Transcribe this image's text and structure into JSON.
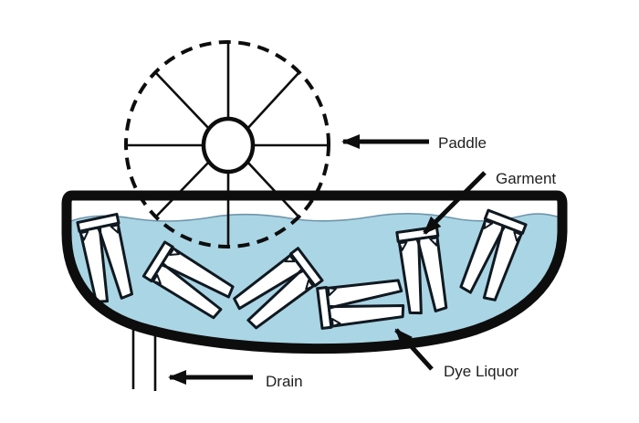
{
  "diagram": {
    "type": "labeled-diagram",
    "subject": "Paddle garment dyeing machine",
    "labels": {
      "paddle": "Paddle",
      "garment": "Garment",
      "dye_liquor": "Dye Liquor",
      "drain": "Drain"
    },
    "colors": {
      "water": "#aad5e4",
      "water_line": "#6f96ab",
      "ink": "#0d0d0d",
      "text": "#1f1f1f",
      "background": "#ffffff"
    },
    "structure": {
      "paddle_wheel_spokes": 8,
      "garment_count": 6,
      "drain_pipe_count": 2
    }
  }
}
